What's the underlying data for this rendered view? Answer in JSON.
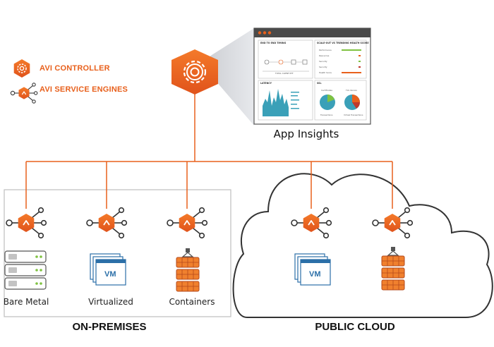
{
  "legend": {
    "controller_label": "AVI CONTROLLER",
    "engines_label": "AVI SERVICE ENGINES"
  },
  "insights": {
    "label": "App Insights",
    "panels": {
      "end_to_end": "END TO END TIMING",
      "scale_out": "SCALE-OUT VS TRENDING HEALTH SCORE",
      "total_timing": "TOTAL CLIENT RTT",
      "latency": "LATENCY",
      "ssl": "SSL",
      "rows": [
        "Performance",
        "Resources",
        "Security",
        "Security",
        "Health Score"
      ],
      "pie_labels": [
        "Certificates",
        "TLS Version",
        "Transactions",
        "Virtual Transactions"
      ]
    }
  },
  "nodes": {
    "bare_metal": "Bare Metal",
    "virtualized": "Virtualized",
    "containers": "Containers",
    "vm_label": "VM"
  },
  "sections": {
    "on_premises": "ON-PREMISES",
    "public_cloud": "PUBLIC CLOUD"
  },
  "colors": {
    "accent": "#e8601c",
    "engine_icon": "gear-hexagon",
    "service_engine_icon": "caret-hexagon"
  }
}
